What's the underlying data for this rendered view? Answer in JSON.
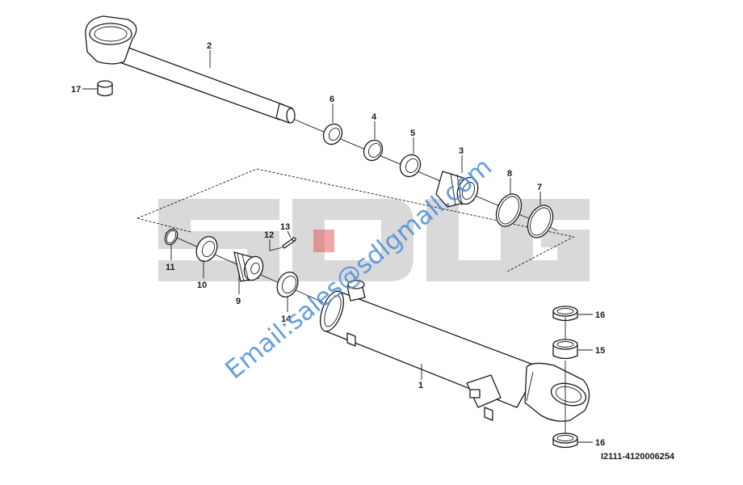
{
  "watermark": {
    "logo_text": "SDLG",
    "email": "Email:sales@sdlgmall.com",
    "color": "#4a8fd8"
  },
  "drawing_code": "I2111-4120006254",
  "callouts": [
    {
      "id": "c1",
      "number": "1"
    },
    {
      "id": "c2",
      "number": "2"
    },
    {
      "id": "c3",
      "number": "3"
    },
    {
      "id": "c4",
      "number": "4"
    },
    {
      "id": "c5",
      "number": "5"
    },
    {
      "id": "c6",
      "number": "6"
    },
    {
      "id": "c7",
      "number": "7"
    },
    {
      "id": "c8",
      "number": "8"
    },
    {
      "id": "c9",
      "number": "9"
    },
    {
      "id": "c10",
      "number": "10"
    },
    {
      "id": "c11",
      "number": "11"
    },
    {
      "id": "c12",
      "number": "12"
    },
    {
      "id": "c13",
      "number": "13"
    },
    {
      "id": "c14",
      "number": "14"
    },
    {
      "id": "c15",
      "number": "15"
    },
    {
      "id": "c16a",
      "number": "16"
    },
    {
      "id": "c16b",
      "number": "16"
    },
    {
      "id": "c17",
      "number": "17"
    }
  ]
}
